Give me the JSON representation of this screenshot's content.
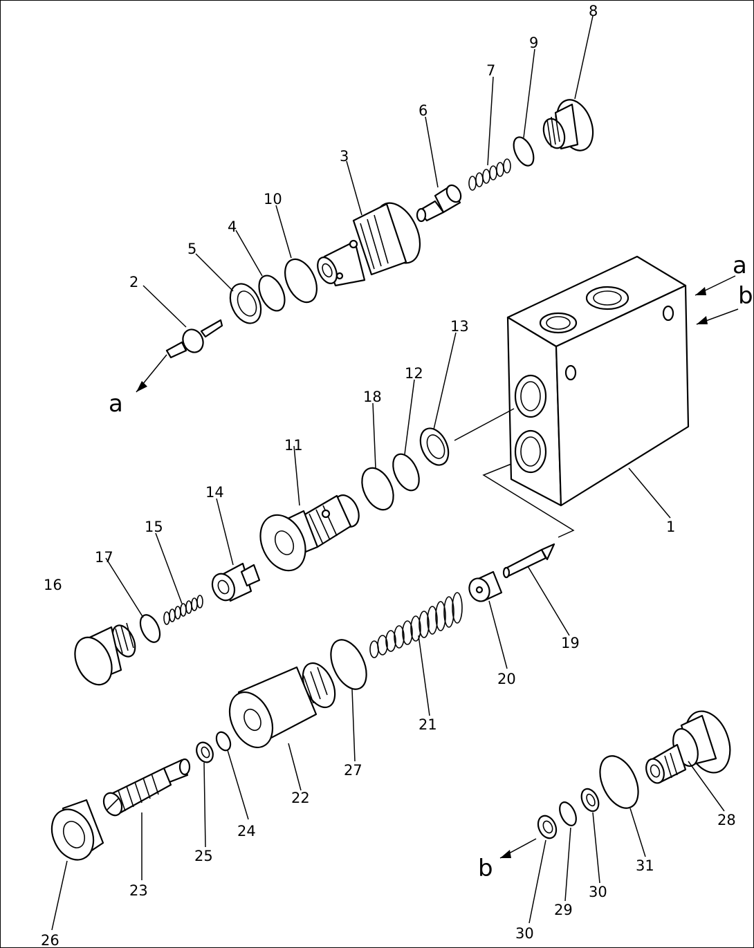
{
  "part_labels": [
    "1",
    "2",
    "3",
    "4",
    "5",
    "6",
    "7",
    "8",
    "9",
    "10",
    "11",
    "12",
    "13",
    "14",
    "15",
    "16",
    "17",
    "18",
    "19",
    "20",
    "21",
    "22",
    "23",
    "24",
    "25",
    "26",
    "27",
    "28",
    "29",
    "30",
    "30",
    "31"
  ],
  "flow_letters": [
    "a",
    "a",
    "b",
    "b"
  ]
}
